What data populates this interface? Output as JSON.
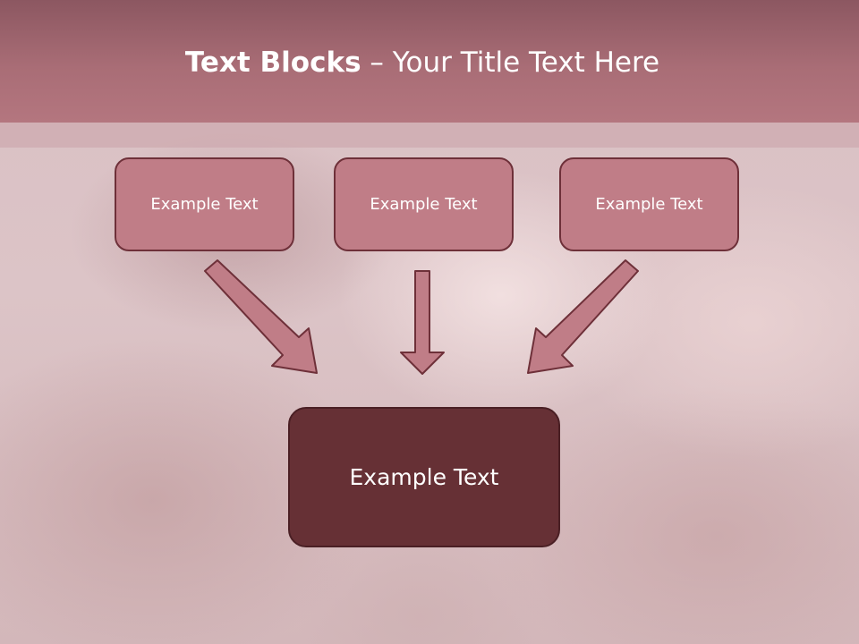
{
  "slide": {
    "title_bold": "Text Blocks",
    "title_dash": "–",
    "title_rest": "Your Title Text Here",
    "boxes": [
      {
        "label": "Example Text"
      },
      {
        "label": "Example Text"
      },
      {
        "label": "Example Text"
      }
    ],
    "main_box": {
      "label": "Example Text"
    }
  },
  "colors": {
    "header": "#a96d76",
    "box_fill": "#c07d87",
    "box_border": "#6e3039",
    "main_box_fill": "#663035",
    "arrow_fill": "#c07d87",
    "arrow_border": "#6e3039"
  },
  "icons": [
    "arrow-down-right",
    "arrow-down",
    "arrow-down-left"
  ]
}
